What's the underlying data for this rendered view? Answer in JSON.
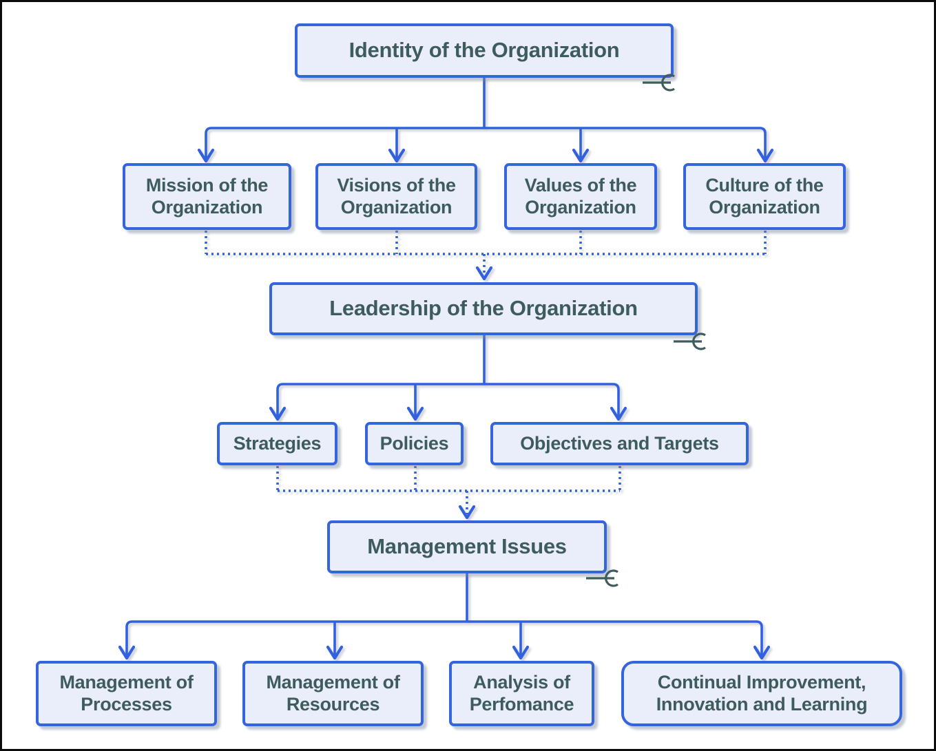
{
  "nodes": {
    "identity": {
      "label": "Identity of the Organization",
      "collapse_marker": true
    },
    "mission": {
      "label": "Mission of the Organization"
    },
    "visions": {
      "label": "Visions of the Organization"
    },
    "values": {
      "label": "Values of the Organization"
    },
    "culture": {
      "label": "Culture of the Organization"
    },
    "leadership": {
      "label": "Leadership of the Organization",
      "collapse_marker": true
    },
    "strategies": {
      "label": "Strategies"
    },
    "policies": {
      "label": "Policies"
    },
    "objectives": {
      "label": "Objectives and Targets"
    },
    "management_issues": {
      "label": "Management Issues",
      "collapse_marker": true
    },
    "processes": {
      "label": "Management of Processes"
    },
    "resources": {
      "label": "Management of Resources"
    },
    "analysis": {
      "label": "Analysis of Perfomance"
    },
    "continual": {
      "label": "Continual Improvement, Innovation and Learning"
    }
  },
  "edges": [
    {
      "from": "identity",
      "to": [
        "mission",
        "visions",
        "values",
        "culture"
      ],
      "line": "solid",
      "arrowheads": true
    },
    {
      "from": [
        "mission",
        "visions",
        "values",
        "culture"
      ],
      "to": "leadership",
      "line": "dotted",
      "arrowheads": true
    },
    {
      "from": "leadership",
      "to": [
        "strategies",
        "policies",
        "objectives"
      ],
      "line": "solid",
      "arrowheads": true
    },
    {
      "from": [
        "strategies",
        "policies",
        "objectives"
      ],
      "to": "management_issues",
      "line": "dotted",
      "arrowheads": true
    },
    {
      "from": "management_issues",
      "to": [
        "processes",
        "resources",
        "analysis",
        "continual"
      ],
      "line": "solid",
      "arrowheads": true
    }
  ],
  "colors": {
    "background": "#ffffff",
    "frame_border": "#0c0c0c",
    "box_fill": "#eaeefb",
    "box_border": "#3565dd",
    "connector": "#3161de",
    "text": "#3e5c5e"
  }
}
